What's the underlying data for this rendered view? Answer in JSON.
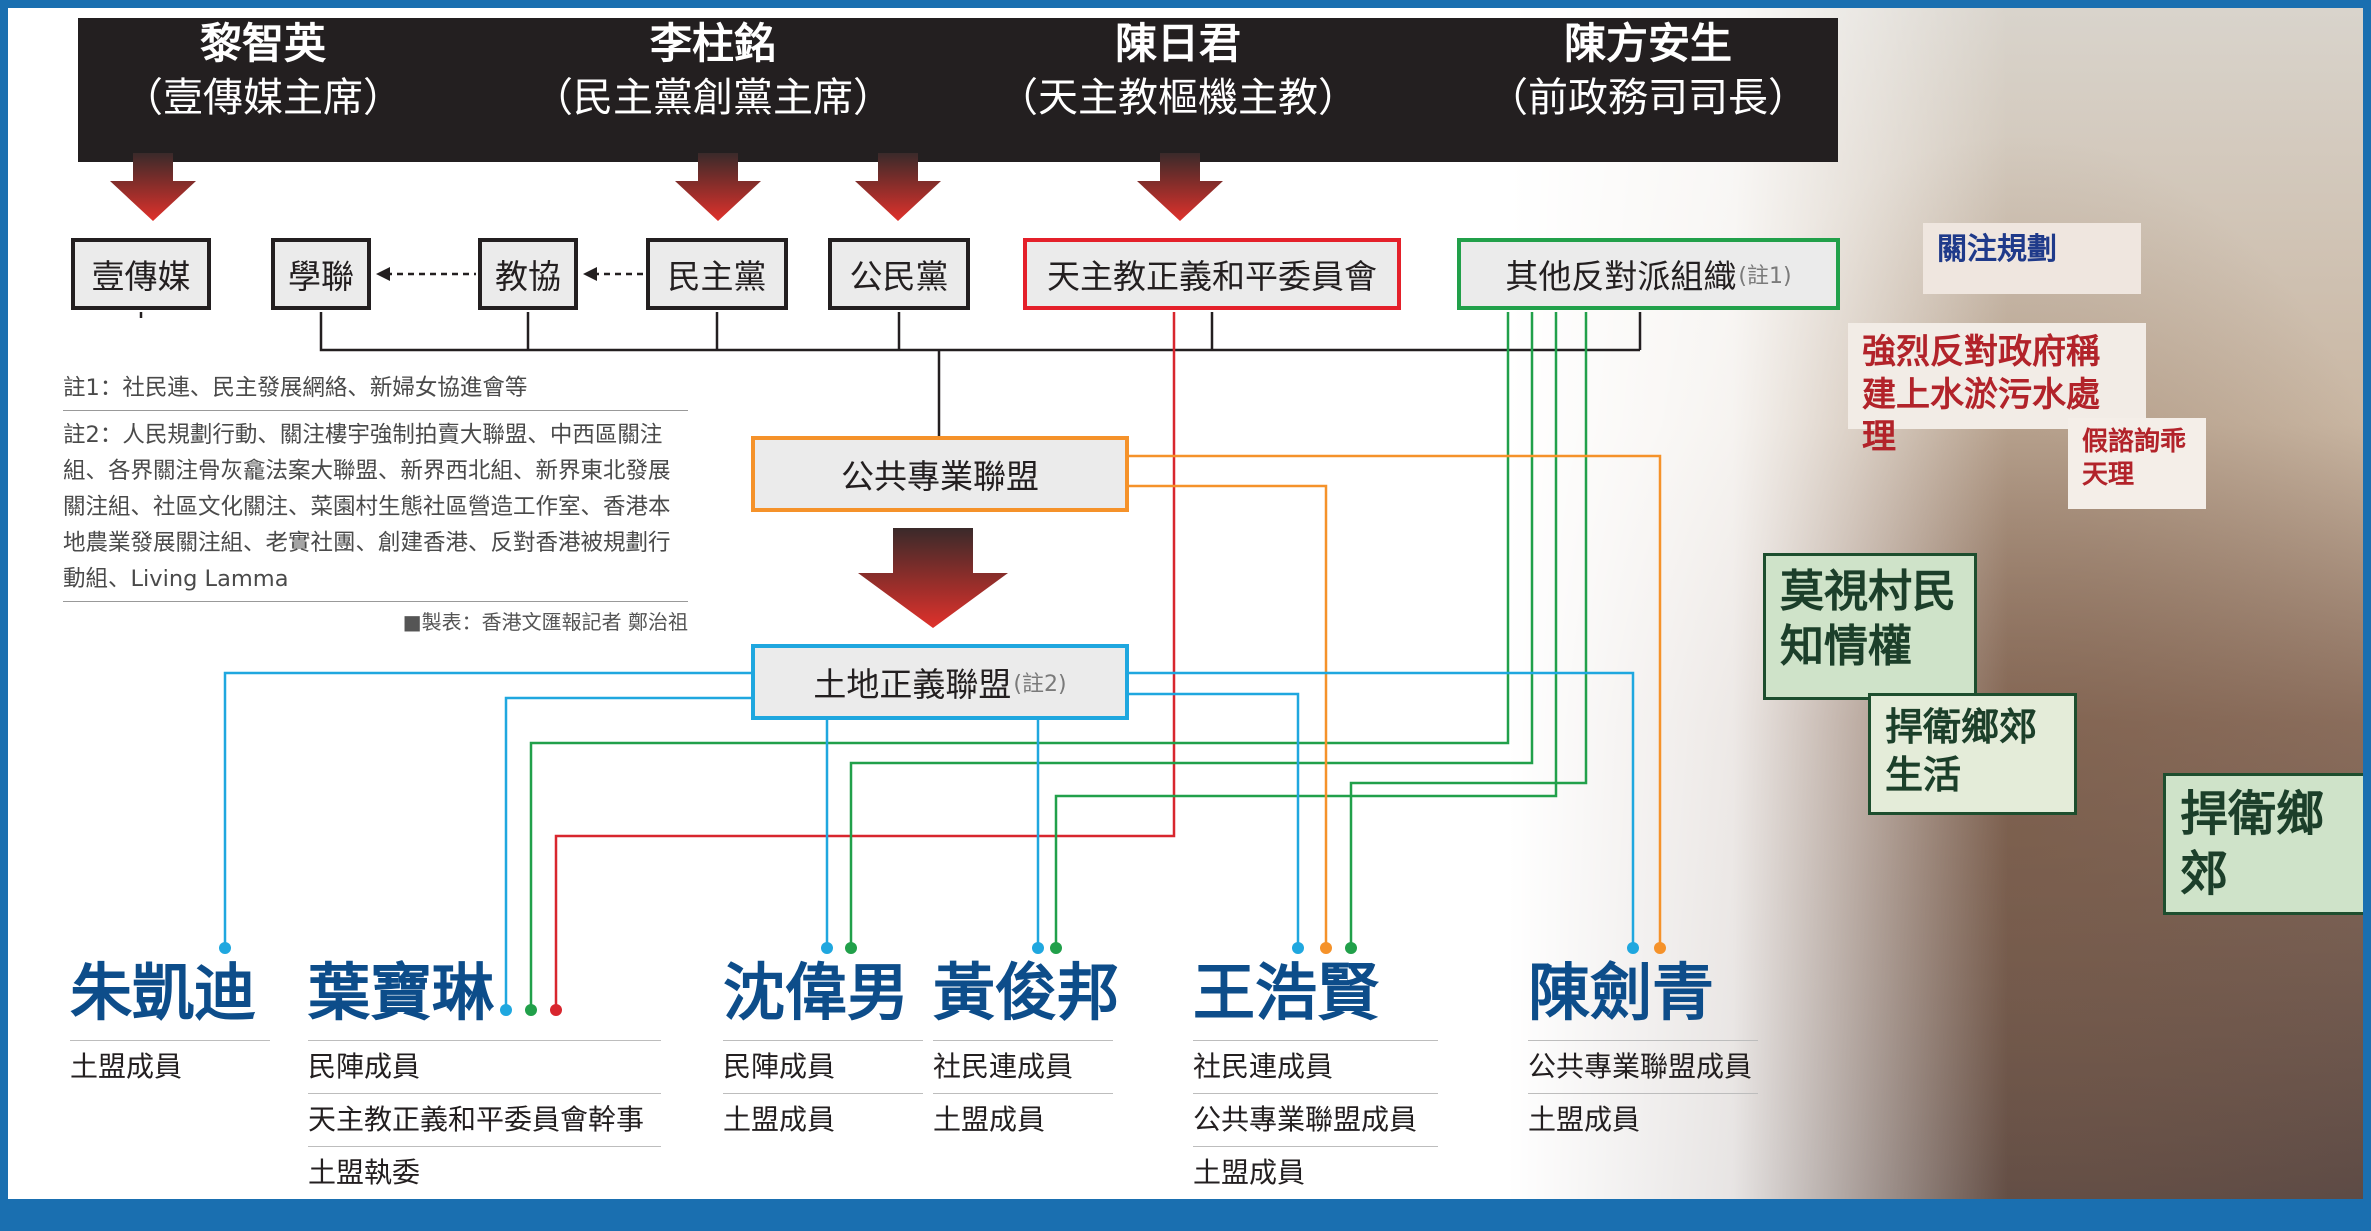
{
  "leaders": [
    {
      "name": "黎智英",
      "role": "（壹傳媒主席）"
    },
    {
      "name": "李柱銘",
      "role": "（民主黨創黨主席）"
    },
    {
      "name": "陳日君",
      "role": "（天主教樞機主教）"
    },
    {
      "name": "陳方安生",
      "role": "（前政務司司長）"
    }
  ],
  "orgs": [
    {
      "label": "壹傳媒",
      "note": ""
    },
    {
      "label": "學聯",
      "note": ""
    },
    {
      "label": "教協",
      "note": ""
    },
    {
      "label": "民主黨",
      "note": ""
    },
    {
      "label": "公民黨",
      "note": ""
    },
    {
      "label": "天主教正義和平委員會",
      "note": ""
    },
    {
      "label": "其他反對派組織",
      "note": "(註1)"
    }
  ],
  "alliances": [
    {
      "label": "公共專業聯盟",
      "note": ""
    },
    {
      "label": "土地正義聯盟",
      "note": "(註2)"
    }
  ],
  "notes": {
    "note1": "註1：社民連、民主發展網絡、新婦女協進會等",
    "note2": "註2：人民規劃行動、關注樓宇強制拍賣大聯盟、中西區關注組、各界關注骨灰龕法案大聯盟、新界西北組、新界東北發展關注組、社區文化關注、菜園村生態社區營造工作室、香港本地農業發展關注組、老實社團、創建香港、反對香港被規劃行動組、Living Lamma",
    "credit": "■製表：香港文匯報記者 鄭治祖"
  },
  "people": [
    {
      "name": "朱凱迪",
      "tags": [
        "土盟成員"
      ]
    },
    {
      "name": "葉寶琳",
      "tags": [
        "民陣成員",
        "天主教正義和平委員會幹事",
        "土盟執委"
      ]
    },
    {
      "name": "沈偉男",
      "tags": [
        "民陣成員",
        "土盟成員"
      ]
    },
    {
      "name": "黃俊邦",
      "tags": [
        "社民連成員",
        "土盟成員"
      ]
    },
    {
      "name": "王浩賢",
      "tags": [
        "社民連成員",
        "公共專業聯盟成員",
        "土盟成員"
      ]
    },
    {
      "name": "陳劍青",
      "tags": [
        "公共專業聯盟成員",
        "土盟成員"
      ]
    }
  ],
  "photo_signs": [
    "莫視村民知情權",
    "捍衛鄉郊生活",
    "捍衛鄉郊",
    "強烈反對政府稱建上水淤污水處理",
    "關注規劃",
    "假諮詢乖天理"
  ],
  "colors": {
    "header_bg": "#231f20",
    "arrow_top": "#3a2a2a",
    "arrow_bottom": "#e0312b",
    "red_link": "#d8262e",
    "green_link": "#21a04a",
    "blue_link": "#1fa7df",
    "orange_link": "#f5922a",
    "name_blue": "#0d4d8a",
    "frame_blue": "#1a6fb0"
  }
}
